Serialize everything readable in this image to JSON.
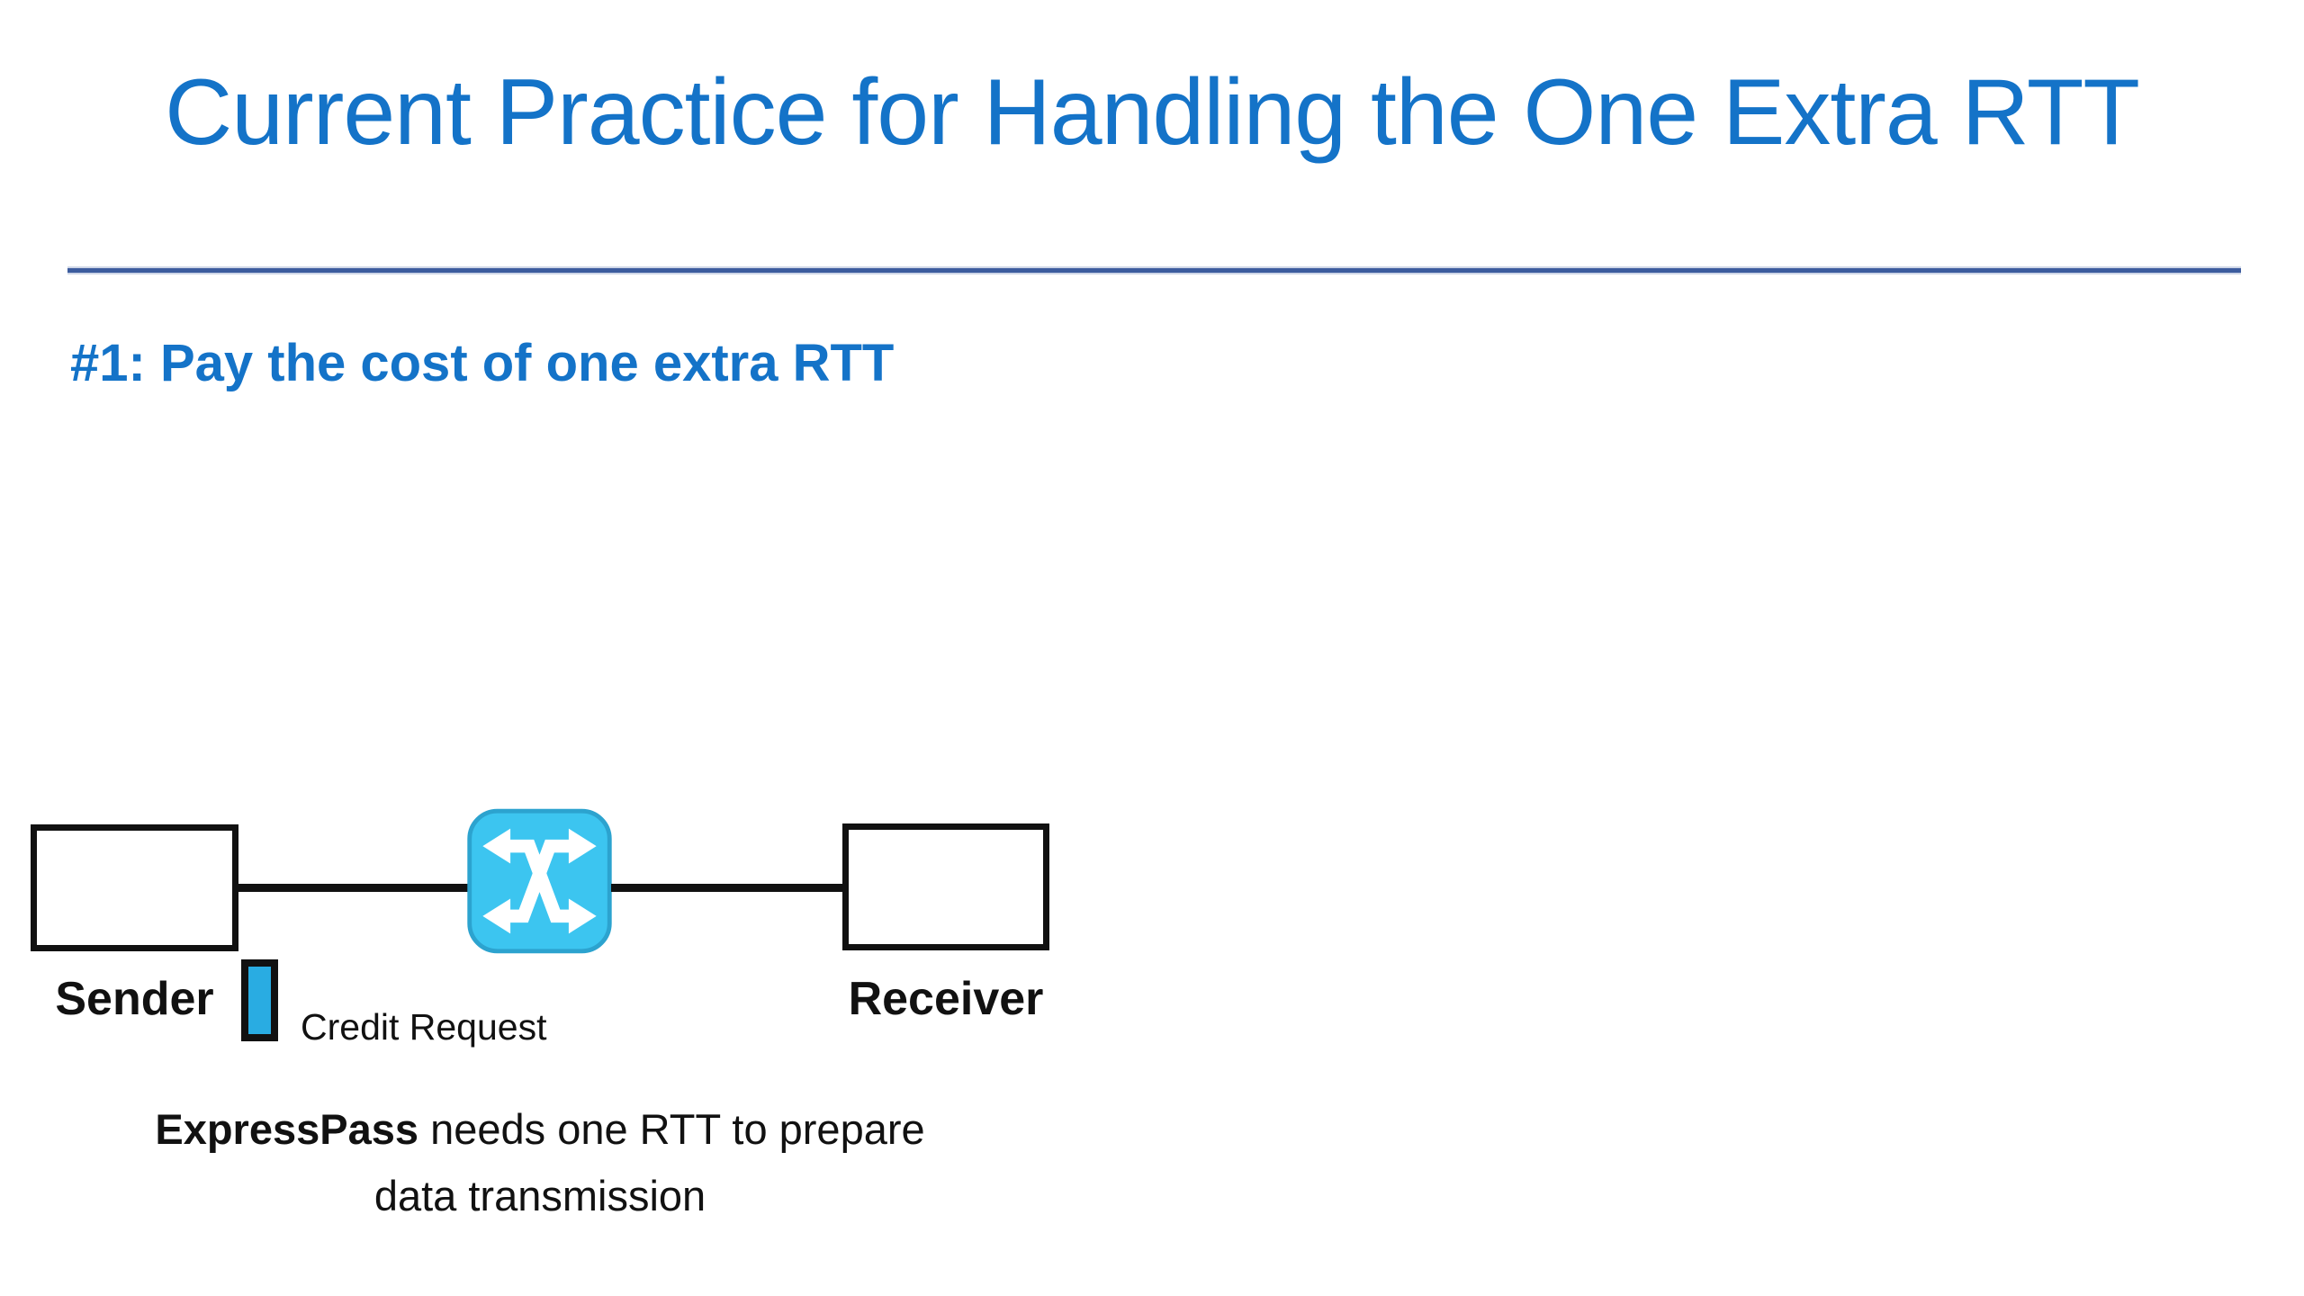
{
  "slide": {
    "title": "Current Practice for Handling the One Extra RTT",
    "heading": "#1: Pay the cost of one extra RTT",
    "diagram": {
      "sender_label": "Sender",
      "receiver_label": "Receiver",
      "credit_request_label": "Credit Request",
      "switch_icon": "network-switch-crossover-icon"
    },
    "caption": {
      "bold": "ExpressPass",
      "line1_rest": " needs one RTT to prepare",
      "line2": "data transmission"
    },
    "colors": {
      "accent_blue": "#1473c8",
      "rule_blue": "#3c5c9e",
      "switch_fill": "#3cc5f0",
      "switch_border": "#2ca3cf",
      "credit_fill": "#29ace2",
      "ink": "#111111",
      "background": "#ffffff"
    }
  }
}
